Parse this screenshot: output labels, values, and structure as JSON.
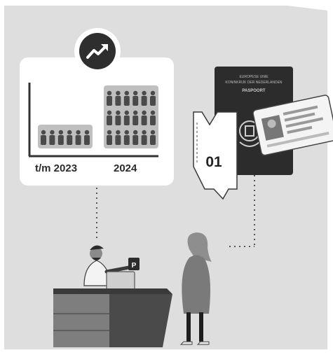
{
  "chart_data": {
    "type": "bar",
    "categories": [
      "t/m 2023",
      "2024"
    ],
    "values": [
      6,
      18
    ],
    "title": "",
    "xlabel": "",
    "ylabel": ""
  },
  "document": {
    "step_number": "01",
    "passport_lines": [
      "EUROPESE UNIE",
      "KONINKRIJK DER NEDERLANDEN",
      "PASPOORT"
    ]
  },
  "icons": {
    "trend": "trend-up-icon",
    "passport": "passport-icon",
    "id_card": "id-card-icon",
    "laptop": "laptop-icon"
  },
  "colors": {
    "background": "#dedede",
    "card": "#ffffff",
    "dark": "#2e2e2e",
    "figure": "#6f6f6f"
  }
}
